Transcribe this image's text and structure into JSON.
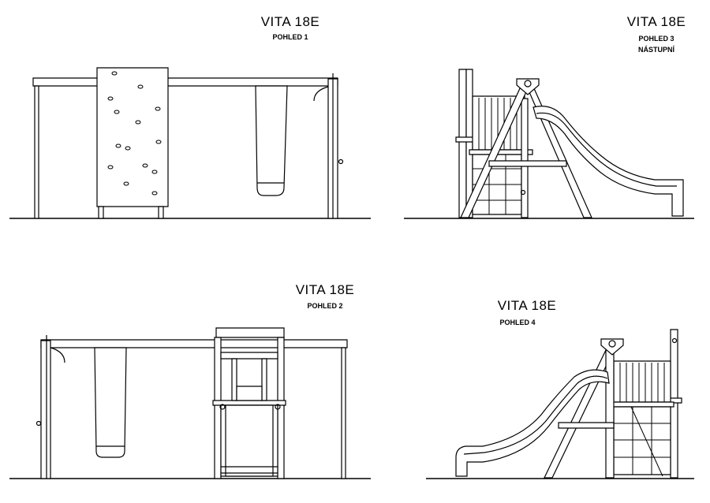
{
  "views": [
    {
      "title": "VITA 18E",
      "subtitle": "POHLED 1"
    },
    {
      "title": "VITA 18E",
      "subtitle": "POHLED 3",
      "subtitle2": "NÁSTUPNÍ"
    },
    {
      "title": "VITA 18E",
      "subtitle": "POHLED 2"
    },
    {
      "title": "VITA 18E",
      "subtitle": "POHLED 4"
    }
  ]
}
